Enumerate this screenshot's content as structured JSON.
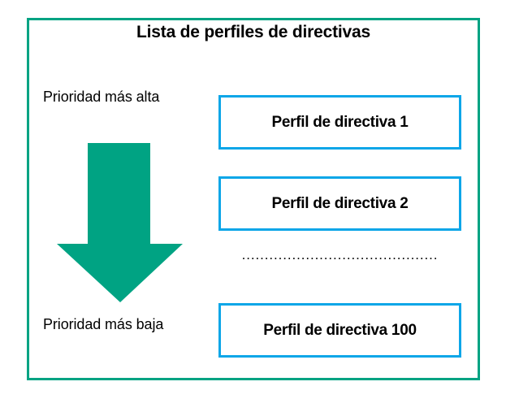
{
  "diagram": {
    "title": "Lista de perfiles de directivas",
    "frame_color": "#00a383",
    "background": "#ffffff"
  },
  "priority_axis": {
    "high_label": "Prioridad más alta",
    "low_label": "Prioridad más baja",
    "arrow": {
      "icon": "down-arrow-icon",
      "direction": "down",
      "color": "#00a383"
    }
  },
  "profiles": {
    "box_border_color": "#0ca6e8",
    "items": [
      {
        "label": "Perfil de directiva 1"
      },
      {
        "label": "Perfil de directiva 2"
      },
      {
        "label": "Perfil de directiva 100"
      }
    ],
    "ellipsis": "..........................................."
  }
}
